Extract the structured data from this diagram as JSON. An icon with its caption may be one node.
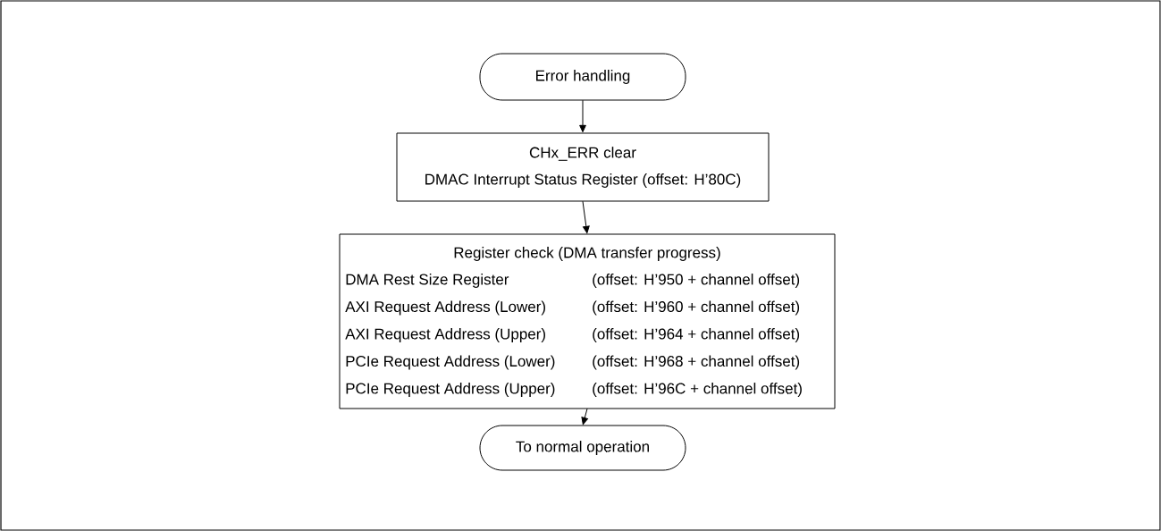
{
  "diagram": {
    "nodes": [
      {
        "text": [
          "Error handling"
        ]
      },
      {
        "text": [
          "CHx_ERR clear",
          "DMAC Interrupt Status Register (offset: H’80C)"
        ]
      },
      {
        "text": [
          "Register check (DMA transfer progress)",
          "DMA Rest Size Register",
          "(offset: H’950 + channel offset)",
          "AXI Request Address (Lower)",
          "(offset: H’960 + channel offset)",
          "AXI Request Address (Upper)",
          "(offset: H’964 + channel offset)",
          "PCIe Request Address (Lower)",
          "(offset: H’968 + channel offset)",
          "PCIe Request Address (Upper)",
          "(offset: H’96C + channel offset)"
        ]
      },
      {
        "text": [
          "To normal operation"
        ]
      }
    ],
    "edges": [
      {
        "from": 0,
        "to": 1,
        "arrow": "to"
      },
      {
        "from": 1,
        "to": 2,
        "arrow": "to"
      },
      {
        "from": 2,
        "to": 3,
        "arrow": "to"
      }
    ]
  }
}
